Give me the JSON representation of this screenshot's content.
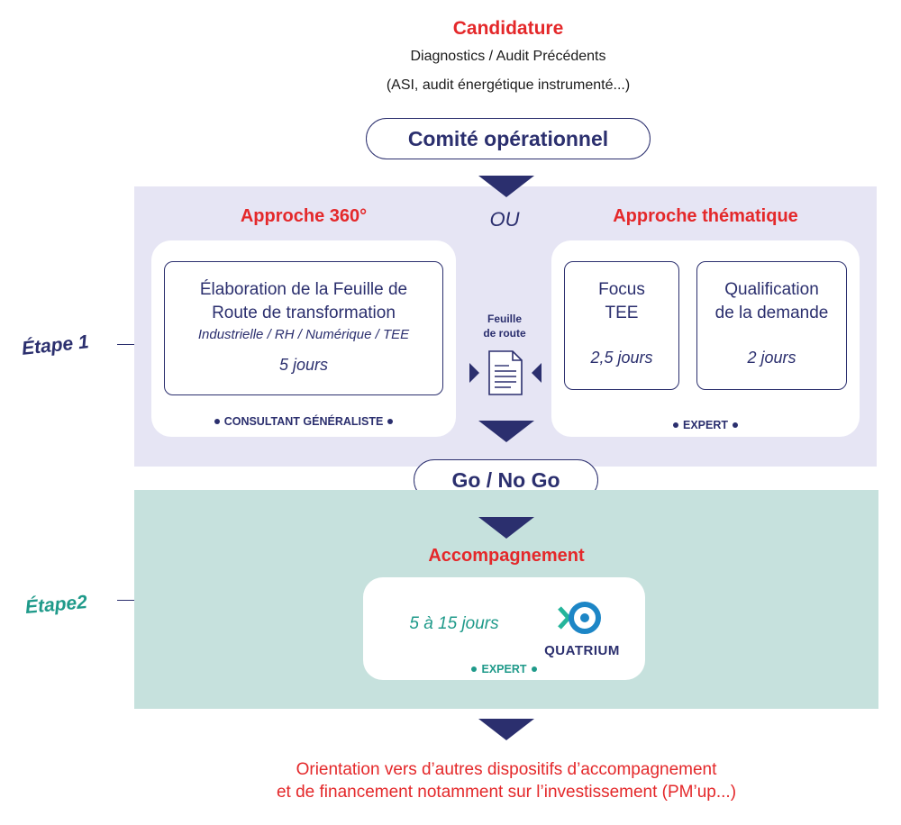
{
  "header": {
    "title": "Candidature",
    "subtitle_line1": "Diagnostics / Audit Précédents",
    "subtitle_line2": "(ASI, audit énergétique instrumenté...)"
  },
  "comite": {
    "label": "Comité opérationnel"
  },
  "step1": {
    "label": "Étape 1",
    "or_label": "OU",
    "left": {
      "title": "Approche 360°",
      "card_line1": "Élaboration de la Feuille de",
      "card_line2": "Route de transformation",
      "card_subtitle": "Industrielle / RH / Numérique / TEE",
      "card_duration": "5 jours",
      "role": "CONSULTANT GÉNÉRALISTE"
    },
    "center": {
      "doc_label_line1": "Feuille",
      "doc_label_line2": "de route"
    },
    "right": {
      "title": "Approche thématique",
      "cards": [
        {
          "line1": "Focus",
          "line2": "TEE",
          "duration": "2,5 jours"
        },
        {
          "line1": "Qualification",
          "line2": "de la demande",
          "duration": "2 jours"
        }
      ],
      "role": "EXPERT"
    }
  },
  "gonogo": {
    "label": "Go / No Go"
  },
  "step2": {
    "label": "Étape2",
    "title": "Accompagnement",
    "duration": "5 à 15 jours",
    "logo_text": "QUATRIUM",
    "role": "EXPERT"
  },
  "footer": {
    "line1": "Orientation vers d’autres dispositifs d’accompagnement",
    "line2": "et de financement notamment sur l’investissement (PM’up...)"
  },
  "colors": {
    "navy": "#2b2f6e",
    "red": "#e4282a",
    "teal": "#1f9a8a",
    "band1": "#e6e5f4",
    "band2": "#c6e1dd"
  }
}
